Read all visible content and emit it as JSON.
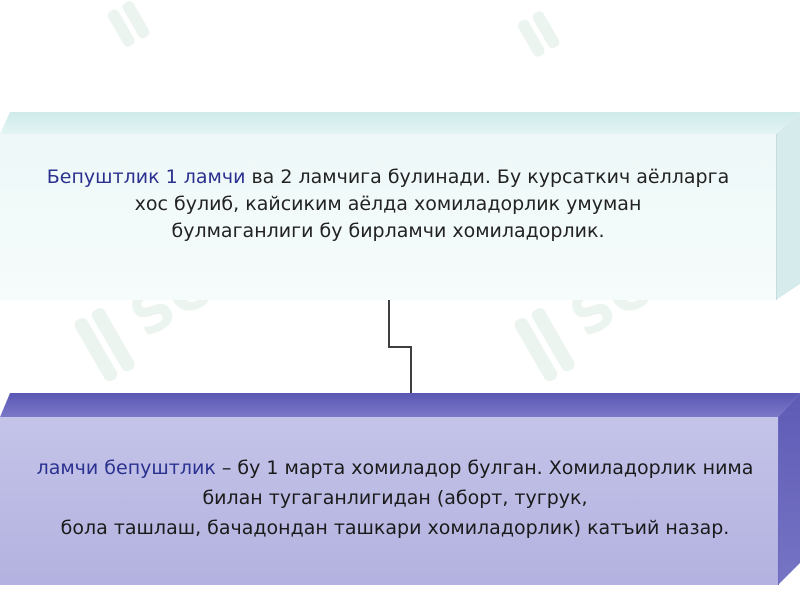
{
  "watermark": {
    "text": "SOFT"
  },
  "top_box": {
    "term": "Бепуштлик 1 ламчи",
    "line1_rest": " ва 2 ламчига булинади. Бу курсаткич аёлларга",
    "line2": "хос булиб, кайсиким аёлда хомиладорлик умуман",
    "line3": "булмаганлиги бу бирламчи хомиладорлик."
  },
  "bottom_box": {
    "term": "ламчи бепуштлик",
    "line1_rest": " – бу 1 марта хомиладор булган. Хомиладорлик нима",
    "line2": "билан тугаганлигидан (аборт, тугрук,",
    "line3": "бола ташлаш, бачадондан ташкари хомиладорлик) катъий назар."
  }
}
